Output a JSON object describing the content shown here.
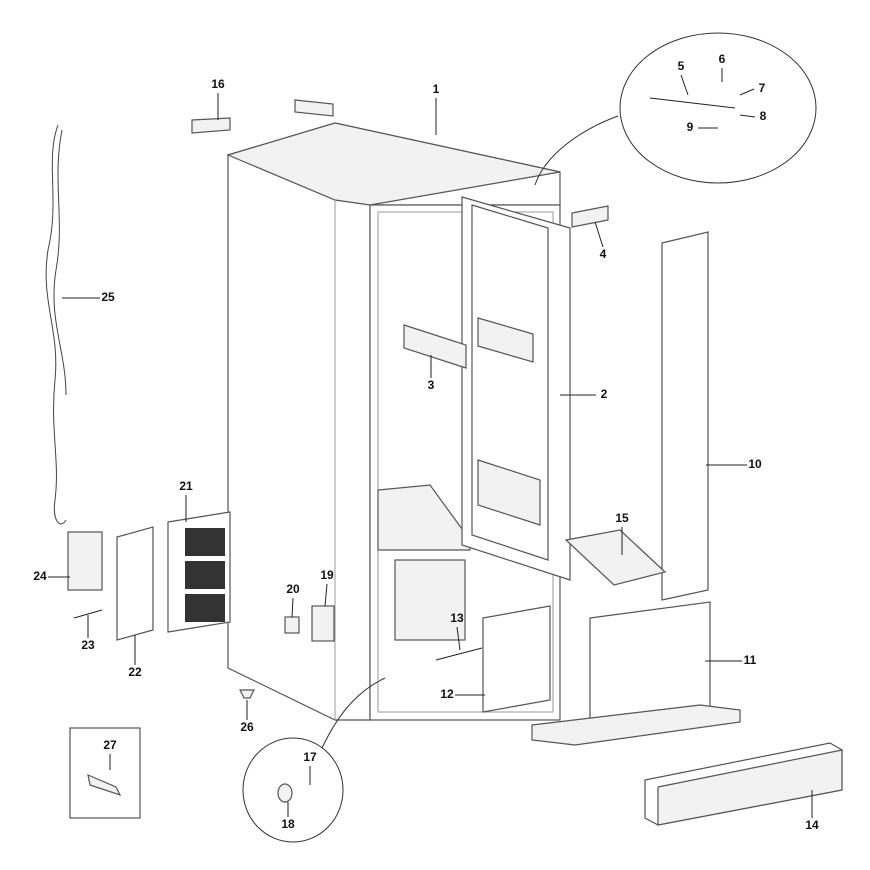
{
  "diagram": {
    "part_numbers": [
      "1",
      "2",
      "3",
      "4",
      "5",
      "6",
      "7",
      "8",
      "9",
      "10",
      "11",
      "12",
      "13",
      "14",
      "15",
      "16",
      "17",
      "18",
      "19",
      "20",
      "21",
      "22",
      "23",
      "24",
      "25",
      "26",
      "27"
    ]
  }
}
